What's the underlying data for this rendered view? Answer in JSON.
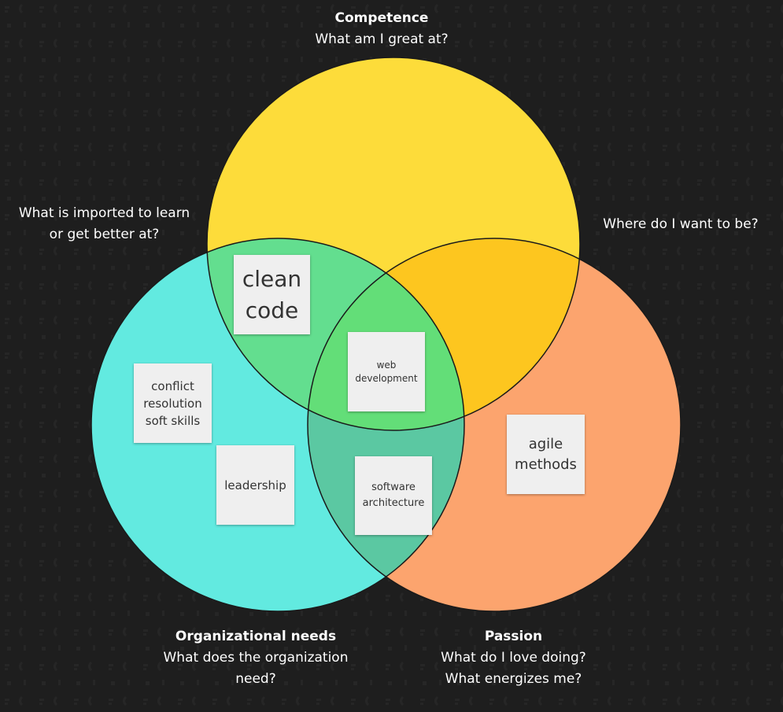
{
  "labels": {
    "competence_title": "Competence",
    "competence_question": "What am I great at?",
    "learn_question_line1": "What is imported to learn",
    "learn_question_line2": "or get better at?",
    "where_question": "Where do I want to be?",
    "org_title": "Organizational needs",
    "org_question_line1": "What does the organization",
    "org_question_line2": "need?",
    "passion_title": "Passion",
    "passion_question_line1": "What do I love doing?",
    "passion_question_line2": "What energizes me?"
  },
  "notes": {
    "clean_code_line1": "clean",
    "clean_code_line2": "code",
    "web_dev_line1": "web",
    "web_dev_line2": "development",
    "conflict_line1": "conflict",
    "conflict_line2": "resolution",
    "conflict_line3": "soft skills",
    "leadership": "leadership",
    "software_arch_line1": "software",
    "software_arch_line2": "architecture",
    "agile_line1": "agile",
    "agile_line2": "methods"
  },
  "colors": {
    "background": "#1e1e1e",
    "competence": "#fddc3a",
    "organizational": "#62eae0",
    "passion": "#fca46e",
    "competence_org_overlap": "#63de8f",
    "competence_passion_overlap": "#fdc61f",
    "org_passion_overlap": "#5bc8a2",
    "center_overlap": "#63de78",
    "note": "#efefef"
  }
}
